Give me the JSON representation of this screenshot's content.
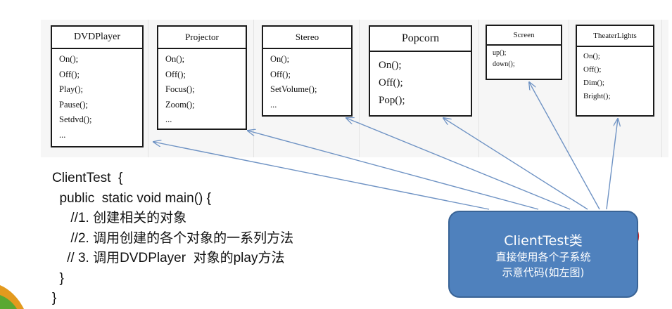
{
  "classes": [
    {
      "name": "DVDPlayer",
      "methods": [
        "On();",
        "Off();",
        "Play();",
        "Pause();",
        "Setdvd();",
        "..."
      ]
    },
    {
      "name": "Projector",
      "methods": [
        "On();",
        "Off();",
        "Focus();",
        "Zoom();",
        "..."
      ]
    },
    {
      "name": "Stereo",
      "methods": [
        "On();",
        "Off();",
        "SetVolume();",
        "..."
      ]
    },
    {
      "name": "Popcorn",
      "methods": [
        "On();",
        "Off();",
        "Pop();"
      ]
    },
    {
      "name": "Screen",
      "methods": [
        "up();",
        "down();"
      ]
    },
    {
      "name": "TheaterLights",
      "methods": [
        "On();",
        "Off();",
        "Dim();",
        "Bright();"
      ]
    }
  ],
  "code": [
    "ClientTest  {",
    "  public  static void main() {",
    "     //1. 创建相关的对象",
    "     //2. 调用创建的各个对象的一系列方法",
    "    // 3. 调用DVDPlayer  对象的play方法",
    "  }",
    "}"
  ],
  "callout": {
    "title": "ClientTest类",
    "lines": [
      "直接使用各个子系统",
      "示意代码(如左图)"
    ]
  },
  "colors": {
    "callout_fill": "#4f81bd",
    "arrow": "#6f93c4",
    "annotation": "#cc2222"
  }
}
